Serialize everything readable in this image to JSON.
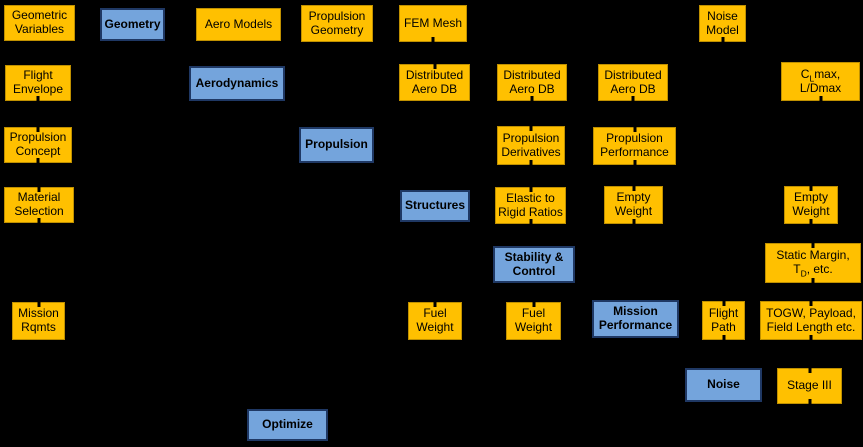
{
  "palette": {
    "background": "#000000",
    "data_box_fill": "#FFC000",
    "data_box_border": "#BF9000",
    "process_box_fill": "#74A4DC",
    "process_box_border": "#1F3864",
    "text_color": "#000000"
  },
  "nodes": {
    "geometric_variables": {
      "label": "Geometric Variables"
    },
    "geometry": {
      "label": "Geometry"
    },
    "aero_models": {
      "label": "Aero Models"
    },
    "propulsion_geometry": {
      "label": "Propulsion Geometry"
    },
    "fem_mesh": {
      "label": "FEM Mesh"
    },
    "noise_model": {
      "label": "Noise Model"
    },
    "flight_envelope": {
      "label": "Flight Envelope"
    },
    "aerodynamics": {
      "label": "Aerodynamics"
    },
    "distributed_aero_db_1": {
      "label": "Distributed Aero DB"
    },
    "distributed_aero_db_2": {
      "label": "Distributed Aero DB"
    },
    "distributed_aero_db_3": {
      "label": "Distributed Aero DB"
    },
    "cl_max": {
      "line1_pre": "C",
      "line1_sub": "L",
      "line1_post": "max,",
      "line2": "L/Dmax"
    },
    "propulsion_concept": {
      "label": "Propulsion Concept"
    },
    "propulsion": {
      "label": "Propulsion"
    },
    "propulsion_derivatives": {
      "label": "Propulsion Derivatives"
    },
    "propulsion_performance": {
      "label": "Propulsion Performance"
    },
    "material_selection": {
      "label": "Material Selection"
    },
    "structures": {
      "label": "Structures"
    },
    "elastic_to_rigid": {
      "label": "Elastic to Rigid Ratios"
    },
    "empty_weight_structures": {
      "label": "Empty Weight"
    },
    "empty_weight_output": {
      "label": "Empty Weight"
    },
    "stability_control": {
      "label": "Stability & Control"
    },
    "static_margin": {
      "line1": "Static Margin,",
      "line2_pre": "T",
      "line2_sub": "D",
      "line2_post": ", etc."
    },
    "mission_rqmts": {
      "label": "Mission Rqmts"
    },
    "fuel_weight_1": {
      "label": "Fuel Weight"
    },
    "fuel_weight_2": {
      "label": "Fuel Weight"
    },
    "mission_performance": {
      "label": "Mission Performance"
    },
    "flight_path": {
      "label": "Flight Path"
    },
    "togw": {
      "label": "TOGW, Payload, Field Length etc."
    },
    "noise": {
      "label": "Noise"
    },
    "stage_iii": {
      "label": "Stage III"
    },
    "optimize": {
      "label": "Optimize"
    }
  }
}
